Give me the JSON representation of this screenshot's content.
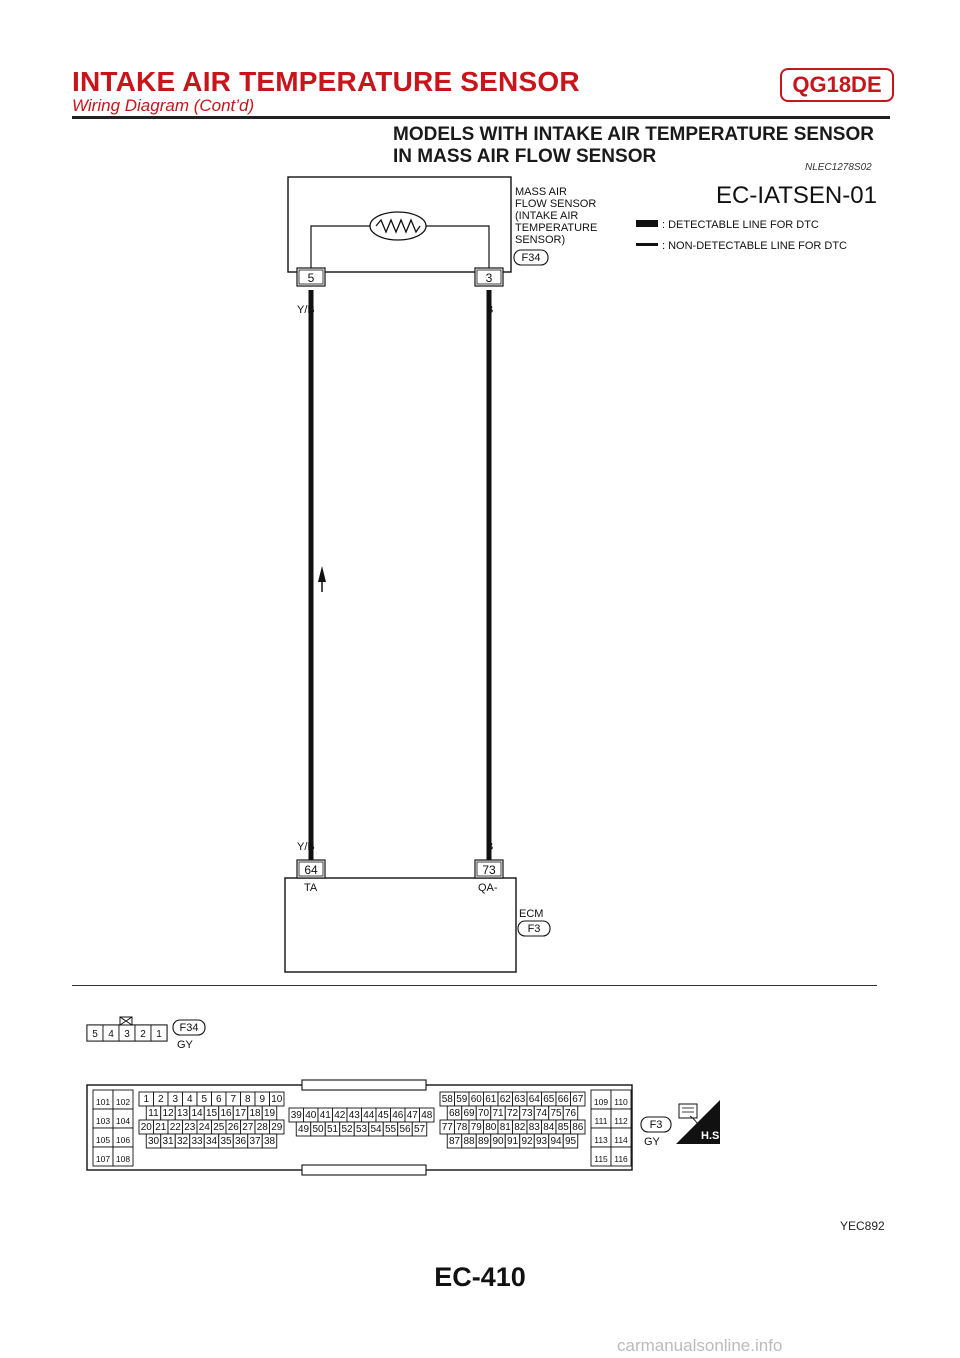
{
  "header": {
    "title": "INTAKE AIR TEMPERATURE SENSOR",
    "subtitle": "Wiring Diagram (Cont’d)",
    "engine_badge": "QG18DE"
  },
  "section": {
    "title_line1": "MODELS WITH INTAKE AIR TEMPERATURE SENSOR",
    "title_line2": "IN MASS AIR FLOW SENSOR",
    "code": "NLEC1278S02"
  },
  "diagram": {
    "id": "EC-IATSEN-01",
    "legend": {
      "detectable": ": DETECTABLE LINE FOR DTC",
      "non_detectable": ": NON-DETECTABLE LINE FOR DTC"
    },
    "sensor": {
      "label_lines": [
        "MASS AIR",
        "FLOW SENSOR",
        "(INTAKE AIR",
        "TEMPERATURE",
        "SENSOR)"
      ],
      "connector": "F34",
      "pins": [
        "5",
        "3"
      ]
    },
    "wires": [
      {
        "color": "Y/B",
        "from_pin": "5",
        "to_pin": "64"
      },
      {
        "color": "B",
        "from_pin": "3",
        "to_pin": "73"
      }
    ],
    "ecm": {
      "label": "ECM",
      "connector": "F3",
      "pins": [
        "64",
        "73"
      ],
      "terminal_names": [
        "TA",
        "QA-"
      ]
    }
  },
  "connector_views": {
    "f34": {
      "id": "F34",
      "color": "GY",
      "pins": [
        "5",
        "4",
        "3",
        "2",
        "1"
      ]
    },
    "f3": {
      "id": "F3",
      "color": "GY",
      "hs_label": "H.S.",
      "left_block": [
        [
          "101",
          "102"
        ],
        [
          "103",
          "104"
        ],
        [
          "105",
          "106"
        ],
        [
          "107",
          "108"
        ]
      ],
      "right_block": [
        [
          "109",
          "110"
        ],
        [
          "111",
          "112"
        ],
        [
          "113",
          "114"
        ],
        [
          "115",
          "116"
        ]
      ],
      "group1_rows": [
        [
          "1",
          "2",
          "3",
          "4",
          "5",
          "6",
          "7",
          "8",
          "9",
          "10"
        ],
        [
          "11",
          "12",
          "13",
          "14",
          "15",
          "16",
          "17",
          "18",
          "19"
        ],
        [
          "20",
          "21",
          "22",
          "23",
          "24",
          "25",
          "26",
          "27",
          "28",
          "29"
        ],
        [
          "30",
          "31",
          "32",
          "33",
          "34",
          "35",
          "36",
          "37",
          "38"
        ]
      ],
      "group2_rows": [
        [
          "39",
          "40",
          "41",
          "42",
          "43",
          "44",
          "45",
          "46",
          "47",
          "48"
        ],
        [
          "49",
          "50",
          "51",
          "52",
          "53",
          "54",
          "55",
          "56",
          "57"
        ]
      ],
      "group3_rows": [
        [
          "58",
          "59",
          "60",
          "61",
          "62",
          "63",
          "64",
          "65",
          "66",
          "67"
        ],
        [
          "68",
          "69",
          "70",
          "71",
          "72",
          "73",
          "74",
          "75",
          "76"
        ],
        [
          "77",
          "78",
          "79",
          "80",
          "81",
          "82",
          "83",
          "84",
          "85",
          "86"
        ],
        [
          "87",
          "88",
          "89",
          "90",
          "91",
          "92",
          "93",
          "94",
          "95"
        ]
      ]
    }
  },
  "footer": {
    "figure_code": "YEC892",
    "page_number": "EC-410",
    "watermark": "carmanualsonline.info"
  }
}
